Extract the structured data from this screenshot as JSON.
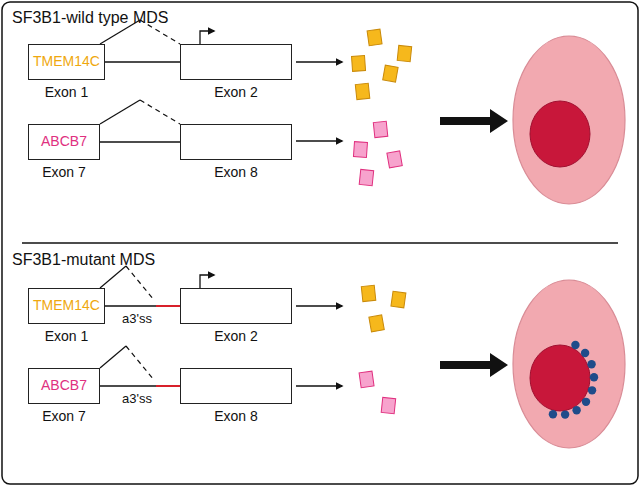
{
  "diagram": {
    "nodes": [
      {
        "text": [
          "TMEM14C",
          "Exon 1"
        ]
      },
      {
        "text": [
          "Exon 2"
        ]
      },
      {
        "text": [
          "ABCB7",
          "Exon 7"
        ]
      },
      {
        "text": [
          "Exon 8"
        ]
      },
      {
        "text": [
          "TMEM14C",
          "Exon 1"
        ]
      },
      {
        "text": [
          "Exon 2"
        ]
      },
      {
        "text": [
          "ABCB7",
          "Exon 7"
        ]
      },
      {
        "text": [
          "Exon 8"
        ]
      }
    ],
    "edges": [
      {
        "from": 0,
        "to": 1,
        "arrow": "none"
      },
      {
        "from": 2,
        "to": 3,
        "arrow": "none"
      },
      {
        "from": 4,
        "to": 5,
        "arrow": "none"
      },
      {
        "from": 6,
        "to": 7,
        "arrow": "none"
      }
    ],
    "labels": [
      "SF3B1-wild type MDS",
      "SF3B1-mutant MDS",
      "a3'ss",
      "a3'ss"
    ]
  }
}
